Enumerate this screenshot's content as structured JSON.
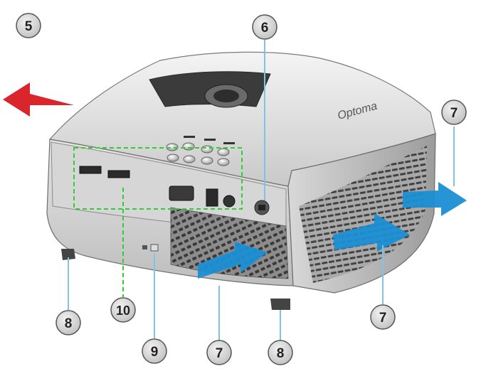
{
  "brand": {
    "logo_text": "Optoma"
  },
  "callouts": [
    {
      "id": "c5",
      "label": "5"
    },
    {
      "id": "c6",
      "label": "6"
    },
    {
      "id": "c7a",
      "label": "7"
    },
    {
      "id": "c7b",
      "label": "7"
    },
    {
      "id": "c7c",
      "label": "7"
    },
    {
      "id": "c8a",
      "label": "8"
    },
    {
      "id": "c8b",
      "label": "8"
    },
    {
      "id": "c9",
      "label": "9"
    },
    {
      "id": "c10",
      "label": "10"
    }
  ],
  "colors": {
    "exhaust_arrow": "#d9262c",
    "intake_arrow": "#1b8fd3",
    "connector_box": "#33cc33",
    "callout_fill": "#cfcfcf",
    "callout_stroke": "#555555",
    "leader_line": "#7ec3e8"
  }
}
